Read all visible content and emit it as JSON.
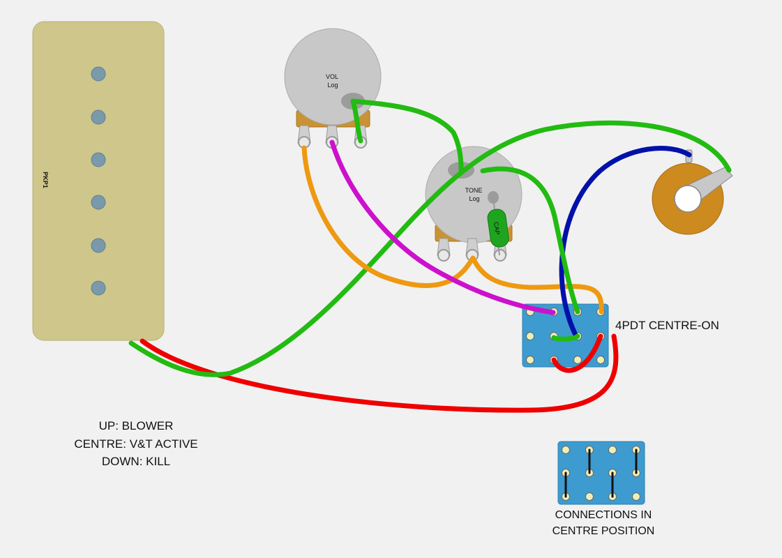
{
  "pickup": {
    "name": "PKP1"
  },
  "volume_pot": {
    "name": "VOL",
    "taper": "Log"
  },
  "tone_pot": {
    "name": "TONE",
    "taper": "Log"
  },
  "capacitor": {
    "label": "CAP"
  },
  "switch": {
    "label": "4PDT CENTRE-ON"
  },
  "modes": [
    "UP: BLOWER",
    "CENTRE: V&T ACTIVE",
    "DOWN: KILL"
  ],
  "centre_note": [
    "CONNECTIONS IN",
    "CENTRE POSITION"
  ],
  "colors": {
    "background": "#f1f1f1",
    "pickup": "#cfc68b",
    "pole_piece": "#7a9aab",
    "pot_body": "#c8c8c8",
    "pot_bracket": "#c99233",
    "jack": "#cc8a1f",
    "switch_body": "#3d9bd0",
    "switch_lug": "#eeeeb8",
    "capacitor": "#1fa41f",
    "wire_green": "#22bb11",
    "wire_red": "#ee0000",
    "wire_orange": "#ee9911",
    "wire_magenta": "#cc11cc",
    "wire_blue": "#0011aa",
    "jumper": "#111111"
  }
}
